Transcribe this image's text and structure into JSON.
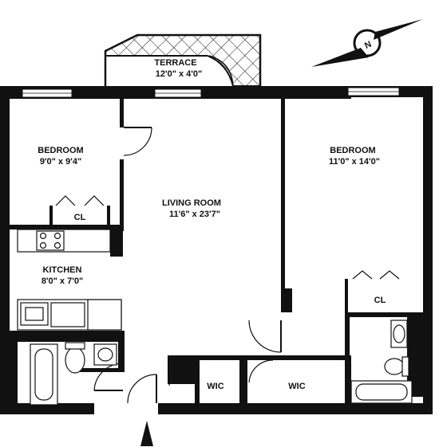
{
  "rooms": {
    "terrace": {
      "name": "TERRACE",
      "dims": "12'0\" x 4'0\""
    },
    "bedroom1": {
      "name": "BEDROOM",
      "dims": "9'0\" x 9'4\""
    },
    "bedroom2": {
      "name": "BEDROOM",
      "dims": "11'0\" x 14'0\""
    },
    "living": {
      "name": "LIVING ROOM",
      "dims": "11'6\" x 23'7\""
    },
    "kitchen": {
      "name": "KITCHEN",
      "dims": "8'0\" x 7'0\""
    },
    "closet1": {
      "name": "CL"
    },
    "closet2": {
      "name": "CL"
    },
    "wic1": {
      "name": "WIC"
    },
    "wic2": {
      "name": "WIC"
    }
  },
  "compass": {
    "label": "N"
  },
  "icons": {
    "compass": "north-arrow-icon",
    "entry": "entry-arrow-icon"
  },
  "colors": {
    "walls": "#111111",
    "background": "#ffffff"
  }
}
